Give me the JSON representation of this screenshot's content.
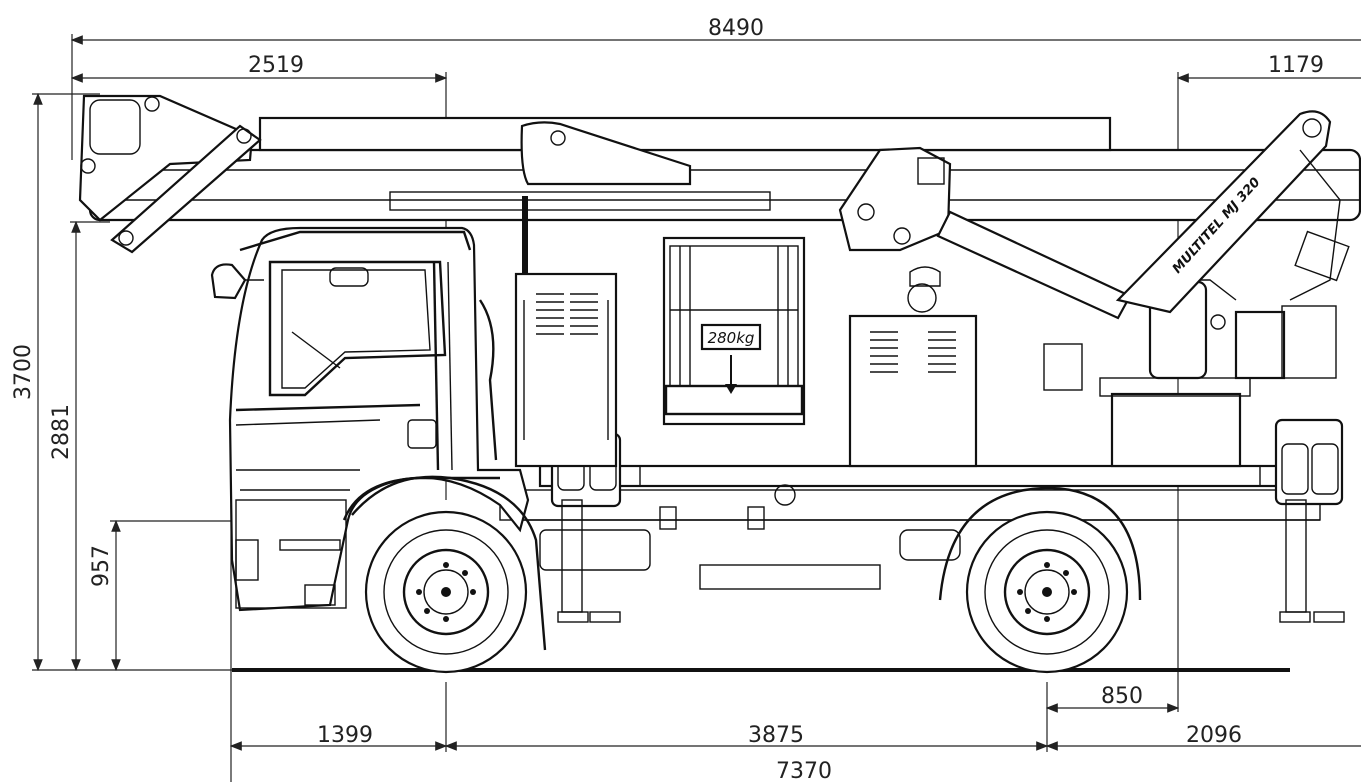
{
  "dimensions": {
    "overall_length": "8490",
    "front_overhang_boom": "2519",
    "rear_boom_overhang": "1179",
    "total_height": "3700",
    "boom_height": "2881",
    "deck_height": "957",
    "front_axle_offset": "1399",
    "wheelbase": "3875",
    "rear_overhang": "2096",
    "rear_axle_to_turret": "850",
    "vehicle_length": "7370"
  },
  "basket": {
    "load_label": "280kg"
  },
  "boom": {
    "brand_label": "MULTITEL MJ 320"
  },
  "colors": {
    "line": "#111111",
    "background": "#ffffff"
  }
}
